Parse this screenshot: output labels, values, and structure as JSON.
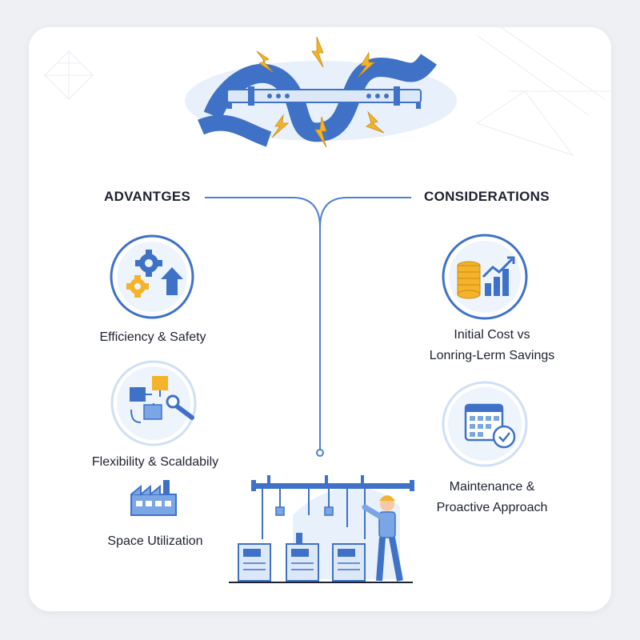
{
  "headings": {
    "left": "ADVANTGES",
    "right": "CONSIDERATIONS"
  },
  "advantages": [
    {
      "label": "Efficiency & Safety",
      "icon": "gears-arrow-icon"
    },
    {
      "label": "Flexibility & Scaldabily",
      "icon": "modular-blocks-wrench-icon"
    },
    {
      "label": "Space Utilization",
      "icon": "factory-icon"
    }
  ],
  "considerations": [
    {
      "line1": "Initial Cost vs",
      "line2": "Lonring-Lerm Savings",
      "icon": "coins-chart-icon"
    },
    {
      "line1": "Maintenance &",
      "line2": "Proactive Approach",
      "icon": "calendar-check-icon"
    }
  ],
  "colors": {
    "primary_blue": "#3f72c7",
    "light_blue": "#dce8f8",
    "accent_yellow": "#f4b32a",
    "text": "#1d2230"
  }
}
